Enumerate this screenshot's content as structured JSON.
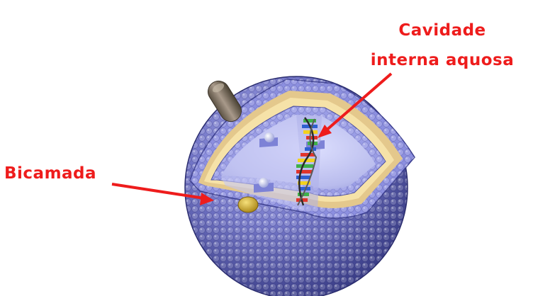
{
  "labels": {
    "cavity_line1": "Cavidade",
    "cavity_line2": "interna aquosa",
    "bilayer": "Bicamada"
  },
  "colors": {
    "label_red": "#ee1c1c",
    "arrow_red": "#ee1c1c",
    "sphere_blue": "#6f72c6",
    "sphere_dark": "#3a3d8c",
    "inner_cavity": "#c9ccf2",
    "tail_yellow": "#f3dd9a",
    "tail_tan": "#dcbf82",
    "protein_brown": "#7a6f5c",
    "protein_gold": "#c9a93a",
    "dna_red": "#e0342c",
    "dna_green": "#3fb04a",
    "dna_blue": "#2f5fd0",
    "dna_yellow": "#f3d21e"
  }
}
